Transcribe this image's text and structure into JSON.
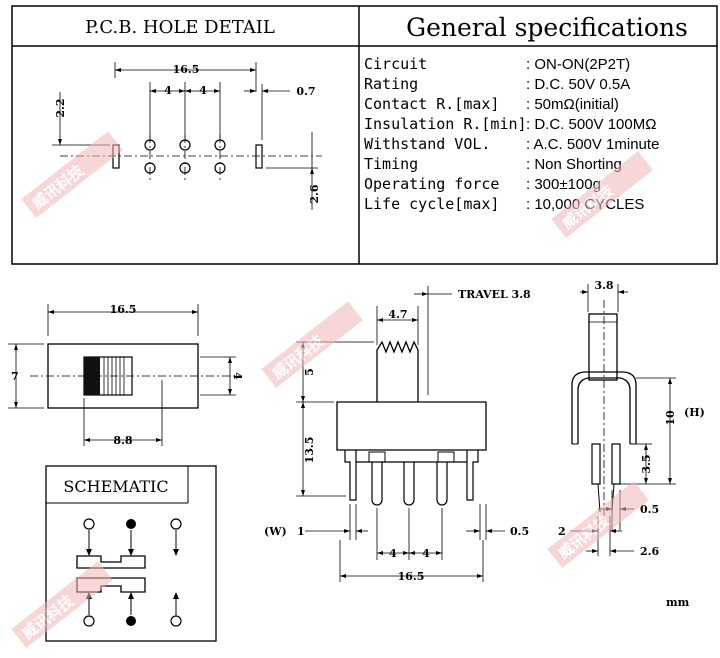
{
  "pcb": {
    "title": "P.C.B. HOLE DETAIL",
    "dims": {
      "overall": "16.5",
      "pitch1": "4",
      "pitch2": "4",
      "slot": "0.7",
      "left": "2.2",
      "right": "2.6"
    }
  },
  "specs": {
    "title": "General specifications",
    "rows": [
      {
        "label": "Circuit",
        "value": ": ON-ON(2P2T)"
      },
      {
        "label": "Rating",
        "value": ": D.C. 50V 0.5A"
      },
      {
        "label": "Contact R.[max]",
        "value": ": 50mΩ(initial)"
      },
      {
        "label": "Insulation R.[min]",
        "value": ": D.C. 500V 100MΩ"
      },
      {
        "label": "Withstand VOL.",
        "value": ": A.C. 500V 1minute"
      },
      {
        "label": "Timing",
        "value": ": Non Shorting"
      },
      {
        "label": "Operating force",
        "value": ": 300±100g"
      },
      {
        "label": "Life cycle[max]",
        "value": ": 10,000 CYCLES"
      }
    ]
  },
  "top_view": {
    "width": "16.5",
    "height": "7",
    "knob_h": "4",
    "knob_pos": "8.8"
  },
  "front_view": {
    "travel": "TRAVEL 3.8",
    "knob_w": "4.7",
    "knob_h": "5",
    "body_h": "13.5",
    "w_label": "(W)",
    "w_val": "1",
    "pin_t": "0.5",
    "p1": "4",
    "p2": "4",
    "total": "16.5"
  },
  "side_view": {
    "top": "3.8",
    "h_val": "10",
    "h_label": "(H)",
    "pin": "3.5",
    "t1": "0.5",
    "w": "2",
    "w2": "2.6"
  },
  "schematic": {
    "title": "SCHEMATIC"
  },
  "unit": "mm",
  "watermark": {
    "text": "威讯科技",
    "color": "#e8a0a0"
  }
}
